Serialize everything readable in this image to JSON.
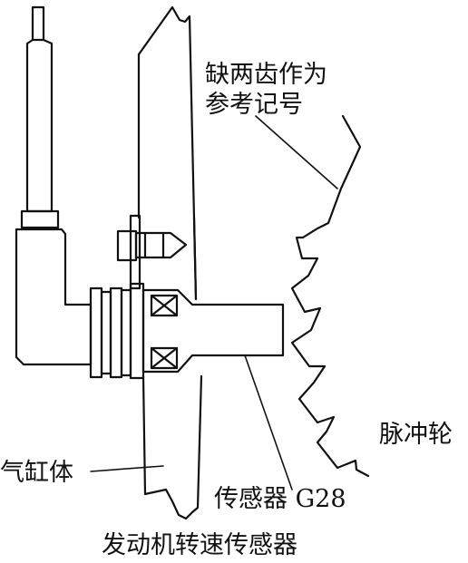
{
  "labels": {
    "missing_teeth_line1": "缺两齿作为",
    "missing_teeth_line2": "参考记号",
    "pulse_wheel": "脉冲轮",
    "cylinder_block": "气缸体",
    "sensor": "传感器 G28"
  },
  "caption": "发动机转速传感器",
  "colors": {
    "stroke": "#111111",
    "background": "#ffffff"
  }
}
